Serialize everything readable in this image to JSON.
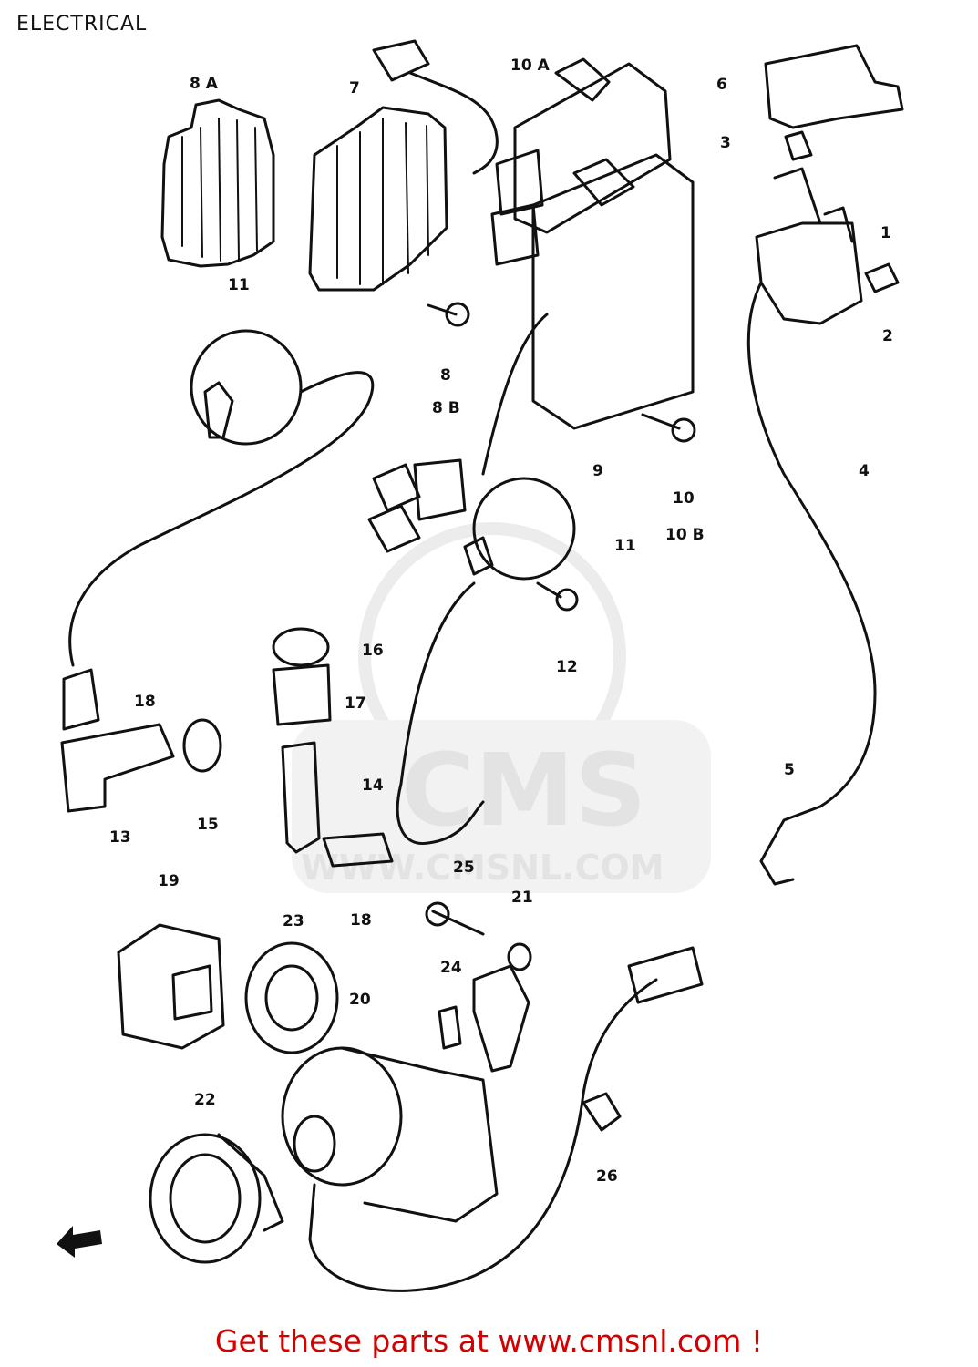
{
  "header": {
    "title": "ELECTRICAL"
  },
  "watermark": {
    "brand": "CMS",
    "url": "WWW.CMSNL.COM"
  },
  "callouts": {
    "p8A": "8 A",
    "p7": "7",
    "p10A": "10 A",
    "p6": "6",
    "p3": "3",
    "p1": "1",
    "p2": "2",
    "p11a": "11",
    "p8": "8",
    "p8B": "8 B",
    "p9": "9",
    "p10": "10",
    "p10B": "10 B",
    "p4": "4",
    "p11b": "11",
    "p12": "12",
    "p16": "16",
    "p17": "17",
    "p18a": "18",
    "p14": "14",
    "p13": "13",
    "p15": "15",
    "p5": "5",
    "p18b": "18",
    "p25": "25",
    "p21": "21",
    "p19": "19",
    "p23": "23",
    "p24": "24",
    "p20": "20",
    "p22": "22",
    "p26": "26"
  },
  "footer": {
    "link_text": "Get these parts at www.cmsnl.com !"
  }
}
